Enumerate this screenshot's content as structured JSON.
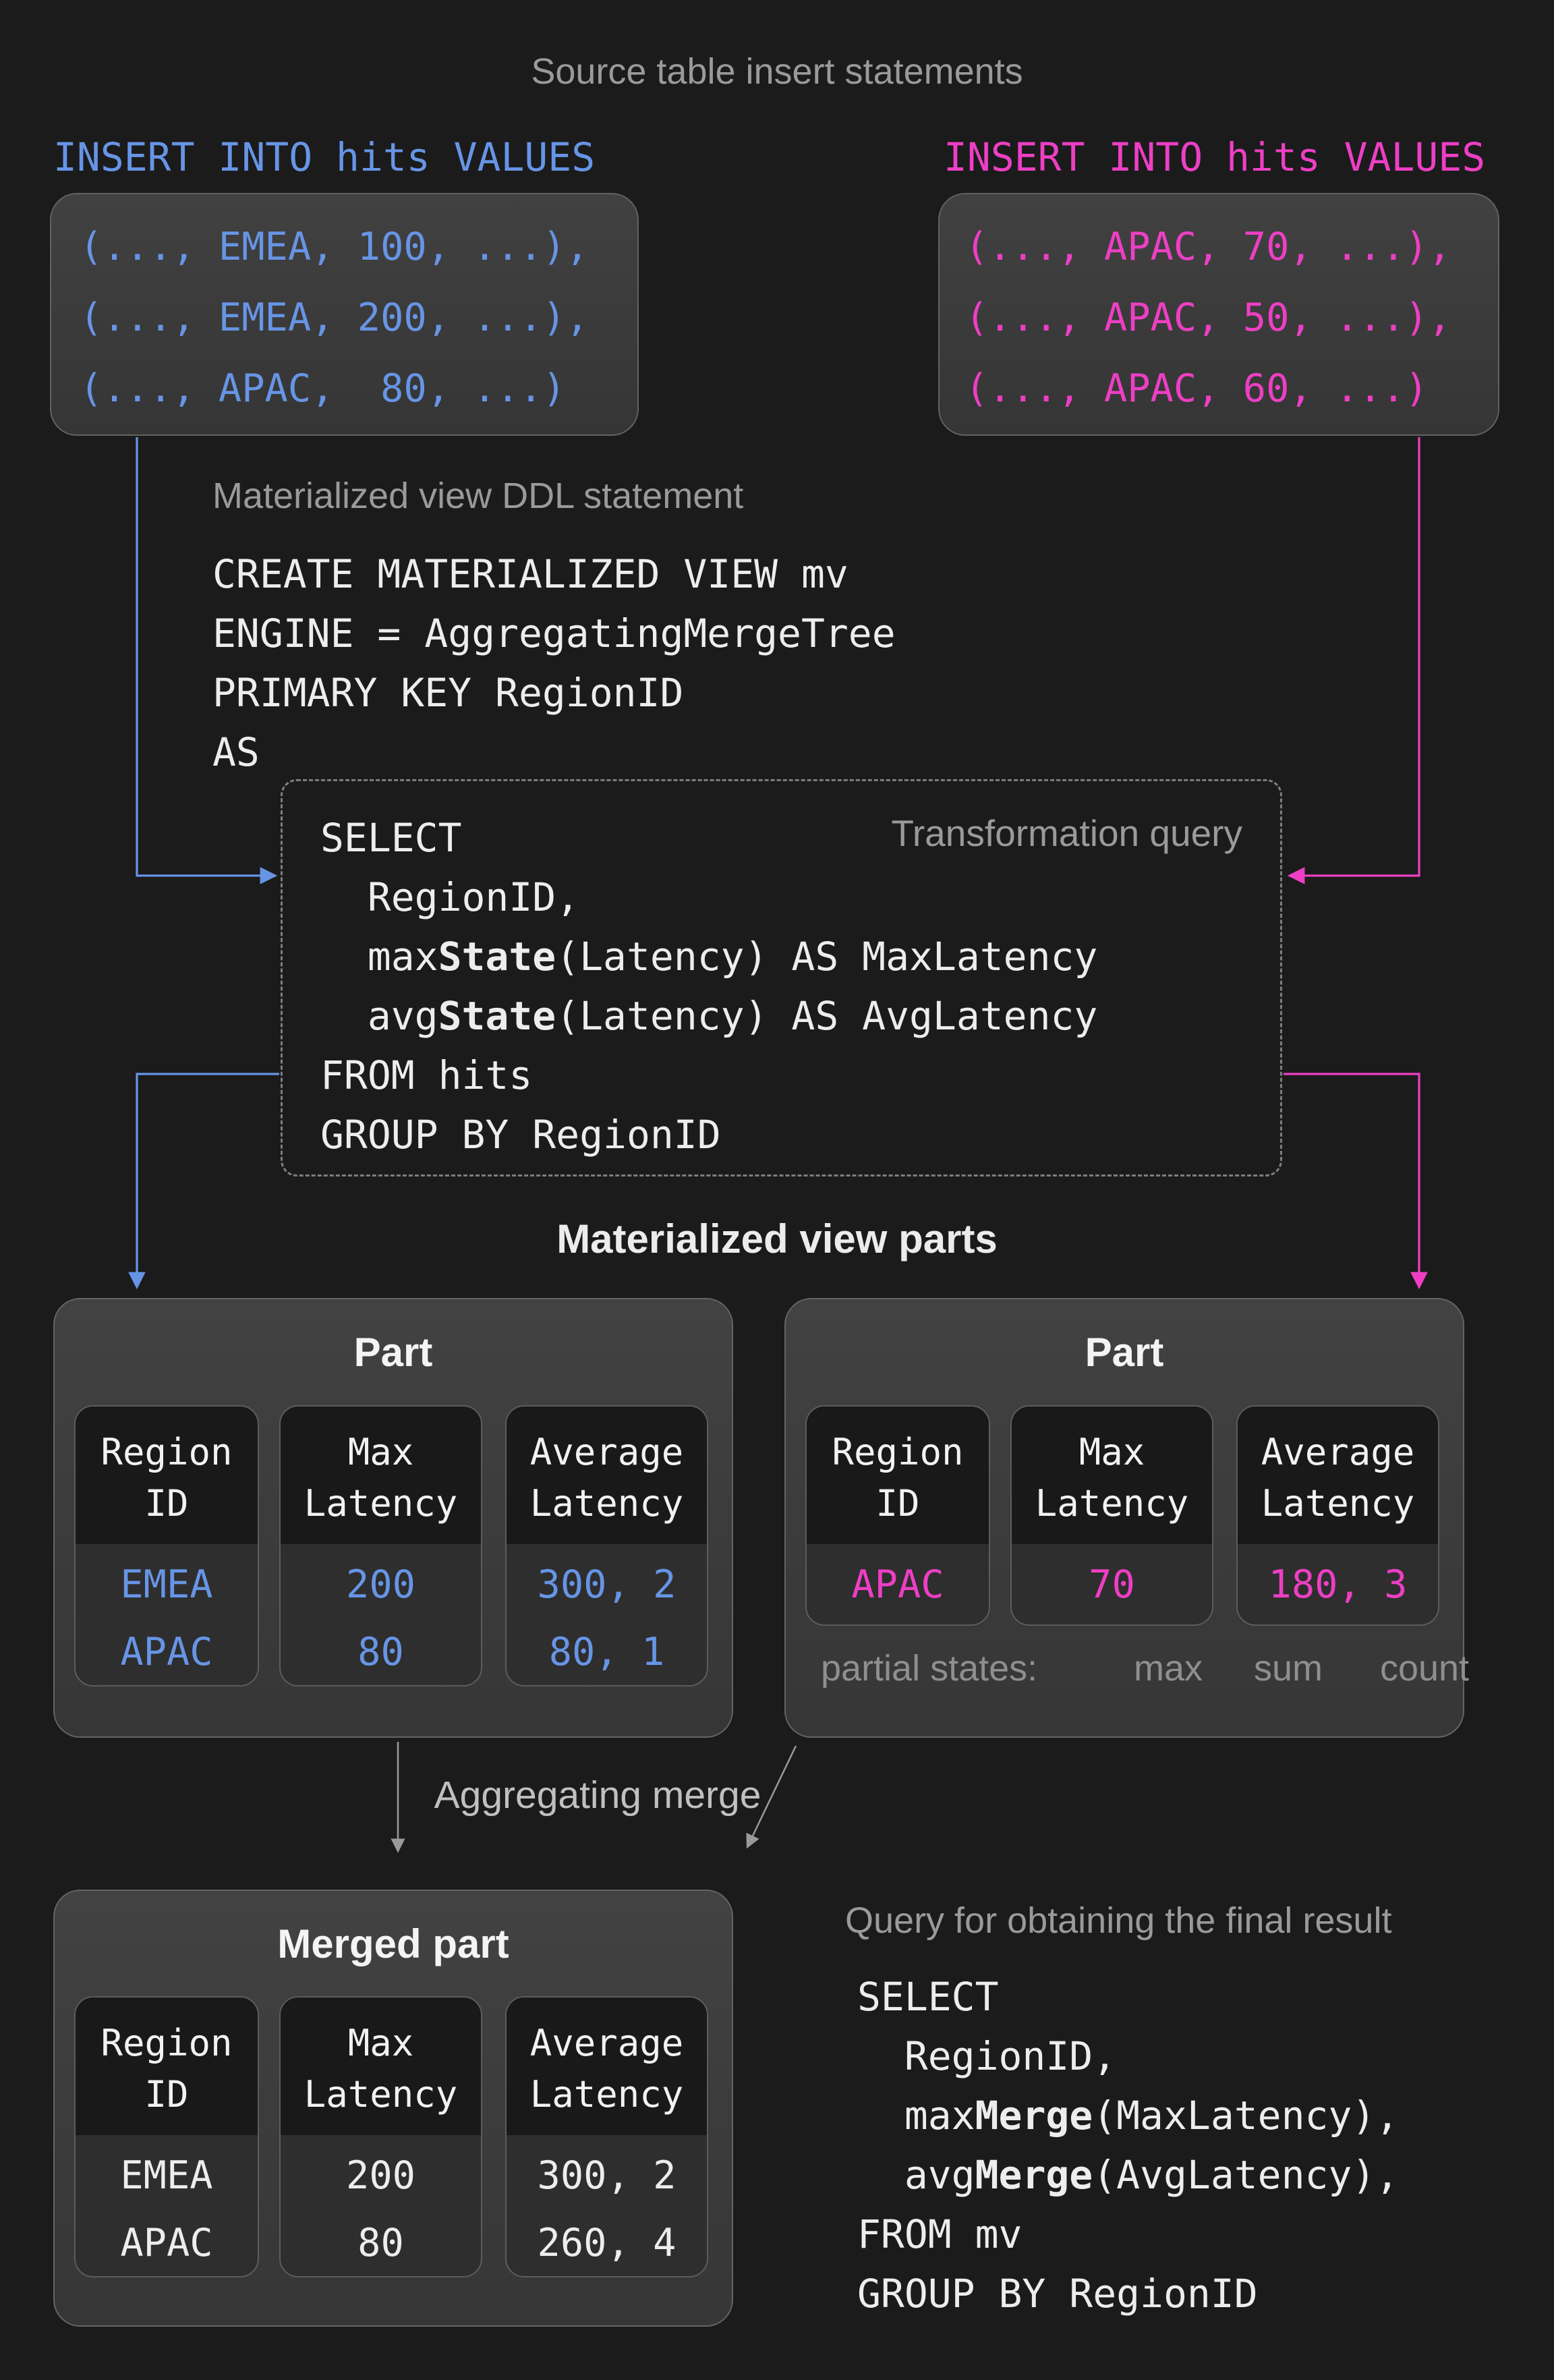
{
  "colors": {
    "background": "#1b1b1c",
    "blue_accent": "#6795e6",
    "pink_accent": "#ee3fc4",
    "label_gray": "#9a9a9a",
    "code_white": "#ededed"
  },
  "labels": {
    "source_title": "Source table insert statements",
    "ddl_title": "Materialized view DDL statement",
    "transform_title": "Transformation query",
    "parts_title": "Materialized view parts",
    "merge_title": "Aggregating merge",
    "final_title": "Query for obtaining the final result",
    "partial_states": "partial states:",
    "partial_max": "max",
    "partial_sum": "sum",
    "partial_count": "count"
  },
  "insert_left": {
    "heading": "INSERT INTO hits VALUES",
    "rows": [
      "(..., EMEA, 100, ...),",
      "(..., EMEA, 200, ...),",
      "(..., APAC,  80, ...)"
    ]
  },
  "insert_right": {
    "heading": "INSERT INTO hits VALUES",
    "rows": [
      "(..., APAC, 70, ...),",
      "(..., APAC, 50, ...),",
      "(..., APAC, 60, ...)"
    ]
  },
  "ddl": {
    "lines": [
      "CREATE MATERIALIZED VIEW mv",
      "ENGINE = AggregatingMergeTree",
      "PRIMARY KEY RegionID",
      "AS"
    ]
  },
  "transform": {
    "lines": [
      "SELECT",
      "  RegionID,",
      [
        [
          "  max",
          false
        ],
        [
          "State",
          true
        ],
        [
          "(Latency) AS MaxLatency",
          false
        ]
      ],
      [
        [
          "  avg",
          false
        ],
        [
          "State",
          true
        ],
        [
          "(Latency) AS AvgLatency",
          false
        ]
      ],
      "FROM hits",
      "GROUP BY RegionID"
    ]
  },
  "final_query": {
    "lines": [
      "SELECT",
      "  RegionID,",
      [
        [
          "  max",
          false
        ],
        [
          "Merge",
          true
        ],
        [
          "(MaxLatency),",
          false
        ]
      ],
      [
        [
          "  avg",
          false
        ],
        [
          "Merge",
          true
        ],
        [
          "(AvgLatency),",
          false
        ]
      ],
      "FROM mv",
      "GROUP BY RegionID"
    ]
  },
  "parts": {
    "left": {
      "title": "Part",
      "columns": [
        {
          "header": [
            "Region",
            "ID"
          ],
          "rows": [
            "EMEA",
            "APAC"
          ]
        },
        {
          "header": [
            "Max",
            "Latency"
          ],
          "rows": [
            "200",
            "80"
          ]
        },
        {
          "header": [
            "Average",
            "Latency"
          ],
          "rows": [
            "300, 2",
            "80, 1"
          ]
        }
      ]
    },
    "right": {
      "title": "Part",
      "columns": [
        {
          "header": [
            "Region",
            "ID"
          ],
          "rows": [
            "APAC"
          ]
        },
        {
          "header": [
            "Max",
            "Latency"
          ],
          "rows": [
            "70"
          ]
        },
        {
          "header": [
            "Average",
            "Latency"
          ],
          "rows": [
            "180, 3"
          ]
        }
      ]
    },
    "merged": {
      "title": "Merged part",
      "columns": [
        {
          "header": [
            "Region",
            "ID"
          ],
          "rows": [
            "EMEA",
            "APAC"
          ]
        },
        {
          "header": [
            "Max",
            "Latency"
          ],
          "rows": [
            "200",
            "80"
          ]
        },
        {
          "header": [
            "Average",
            "Latency"
          ],
          "rows": [
            "300, 2",
            "260, 4"
          ]
        }
      ]
    }
  }
}
